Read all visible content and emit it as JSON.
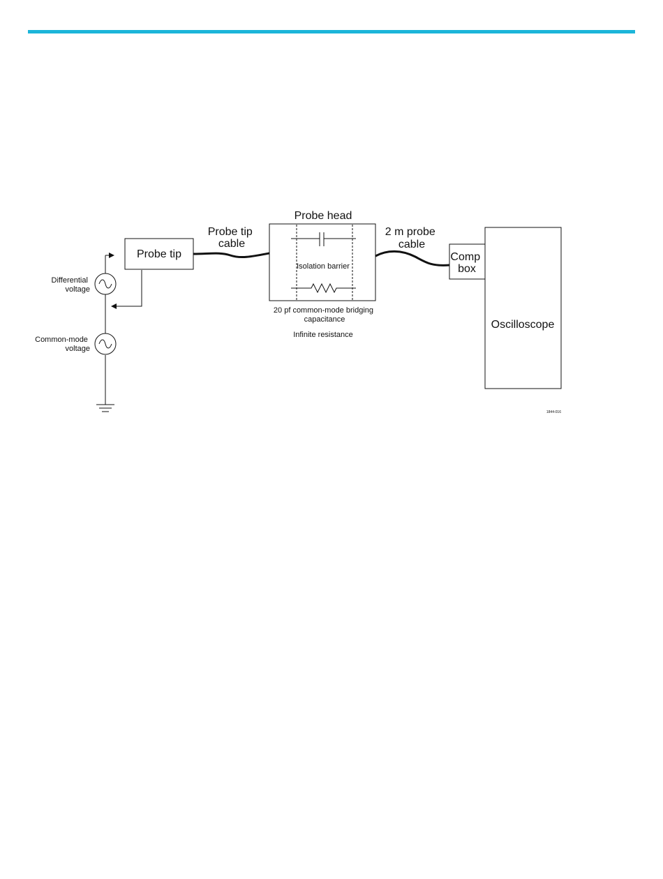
{
  "header": {
    "accent_color": "#1cb5d9"
  },
  "diagram": {
    "probe_tip": "Probe tip",
    "probe_tip_cable": [
      "Probe tip",
      "cable"
    ],
    "probe_head": "Probe head",
    "isolation_barrier": "Isolation barrier",
    "bridging_capacitance": [
      "20 pf common-mode bridging",
      "capacitance"
    ],
    "infinite_resistance": "Infinite resistance",
    "probe_cable_2m": [
      "2 m probe",
      "cable"
    ],
    "comp_box": [
      "Comp",
      "box"
    ],
    "oscilloscope": "Oscilloscope",
    "differential_voltage": [
      "Differential",
      "voltage"
    ],
    "common_mode_voltage": [
      "Common-mode",
      "voltage"
    ],
    "figure_id": "1844-016",
    "icons": [
      "ac-source-icon",
      "ground-icon",
      "capacitor-icon",
      "resistor-icon",
      "arrow-icon"
    ]
  }
}
